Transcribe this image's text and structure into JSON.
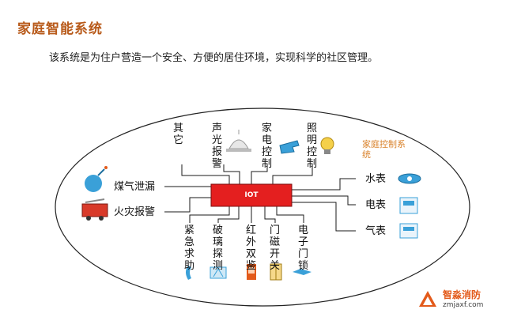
{
  "header": {
    "title": "家庭智能系统",
    "subtitle": "该系统是为住户营造一个安全、方便的居住环境，实现科学的社区管理。"
  },
  "diagram": {
    "center": "IOT",
    "subsystem_label": "家庭控制系统",
    "top_items": [
      "其它",
      "声光报警",
      "家电控制",
      "照明控制"
    ],
    "left_items": [
      "煤气泄漏",
      "火灾报警"
    ],
    "right_items": [
      "水表",
      "电表",
      "气表"
    ],
    "bottom_items": [
      "紧急求助",
      "破璃探测",
      "红外双鉴",
      "门磁开关",
      "电子门锁"
    ],
    "colors": {
      "center": "#e41f1f",
      "lines": "#1a1a1a",
      "icons": "#3aa0d8",
      "accent": "#d9822b"
    }
  },
  "watermark": {
    "brand": "智淼消防",
    "url": "zmjaxf.com"
  }
}
